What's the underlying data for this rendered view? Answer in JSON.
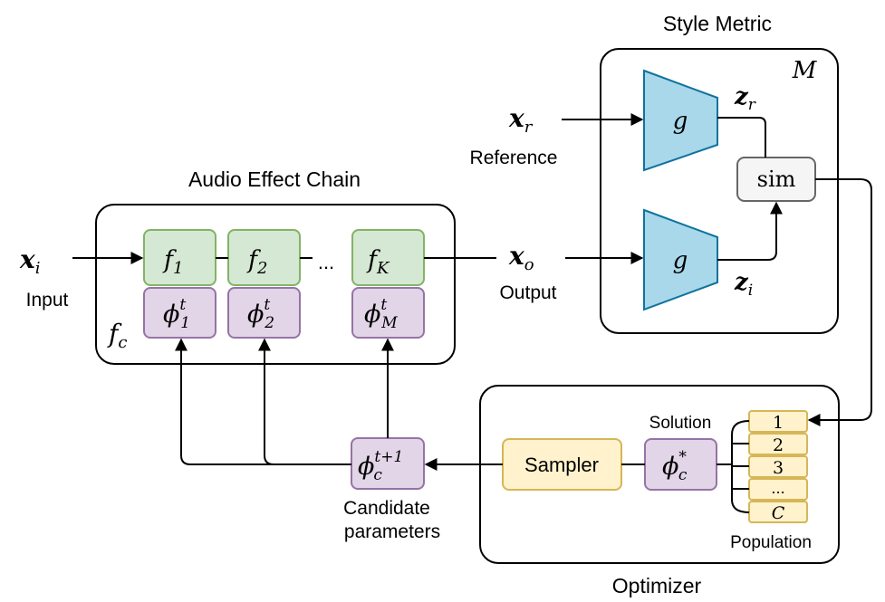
{
  "labels": {
    "style_metric_title": "Style Metric",
    "metric_symbol": "M",
    "effect_chain_title": "Audio Effect Chain",
    "reference": "Reference",
    "input": "Input",
    "output": "Output",
    "optimizer_title": "Optimizer",
    "solution": "Solution",
    "population": "Population",
    "sampler": "Sampler",
    "candidate_line1": "Candidate",
    "candidate_line2": "parameters",
    "ellipsis": "...",
    "sim": "sim",
    "encoder_g": "g"
  },
  "math": {
    "x_r": {
      "base": "x",
      "sub": "r"
    },
    "x_i": {
      "base": "x",
      "sub": "i"
    },
    "x_o": {
      "base": "x",
      "sub": "o"
    },
    "z_r": {
      "base": "z",
      "sub": "r"
    },
    "z_i": {
      "base": "z",
      "sub": "i"
    },
    "f_c": {
      "base": "f",
      "sub": "c"
    },
    "effects": [
      {
        "base": "f",
        "sub": "1"
      },
      {
        "base": "f",
        "sub": "2"
      },
      {
        "base": "f",
        "sub": "K"
      }
    ],
    "params": [
      {
        "base": "ϕ",
        "sup": "t",
        "sub": "1"
      },
      {
        "base": "ϕ",
        "sup": "t",
        "sub": "2"
      },
      {
        "base": "ϕ",
        "sup": "t",
        "sub": "M"
      }
    ],
    "candidate": {
      "base": "ϕ",
      "sup": "t+1",
      "sub": "c"
    },
    "solution": {
      "base": "ϕ",
      "sup": "*",
      "sub": "c"
    }
  },
  "population_items": [
    "1",
    "2",
    "3",
    "...",
    "C"
  ],
  "colors": {
    "effect_fill": "#d5e8d4",
    "effect_stroke": "#82b366",
    "param_fill": "#e1d5e7",
    "param_stroke": "#9673a6",
    "encoder_fill": "#a9d8ea",
    "encoder_stroke": "#10739e",
    "sampler_fill": "#fff2cc",
    "sampler_stroke": "#d6b656",
    "sim_fill": "#f5f5f5",
    "sim_stroke": "#666666"
  }
}
